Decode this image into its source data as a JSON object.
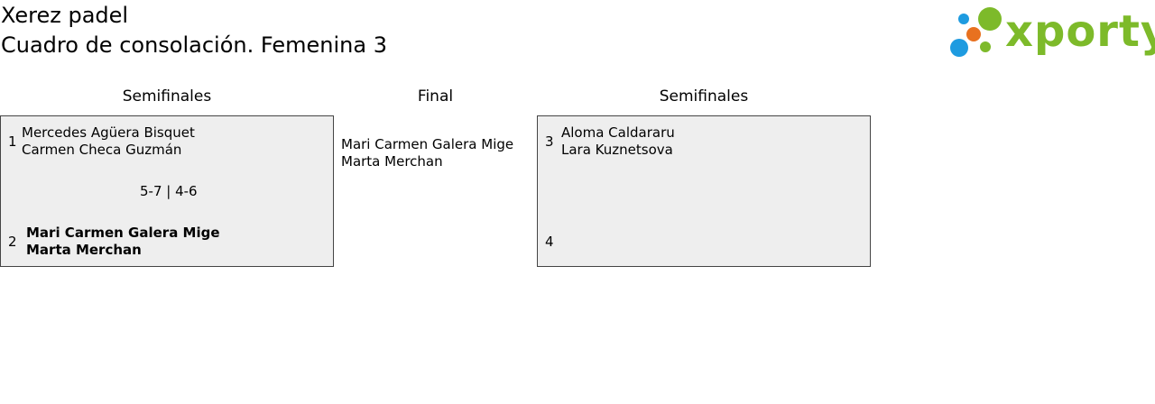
{
  "header": {
    "club": "Xerez padel",
    "draw": "Cuadro de consolación. Femenina 3"
  },
  "logo": {
    "text": "xporty",
    "icon": "xporty-dots-logo",
    "colors": {
      "green": "#7dba2a",
      "orange": "#e8711f",
      "blue": "#1e9be0"
    }
  },
  "rounds": {
    "left": "Semifinales",
    "final": "Final",
    "right": "Semifinales"
  },
  "match_left": {
    "team1": {
      "seed": "1",
      "player1": "Mercedes Agüera Bisquet",
      "player2": "Carmen Checa Guzmán"
    },
    "score": "5-7 | 4-6",
    "team2": {
      "seed": "2",
      "player1": "Mari Carmen Galera Mige",
      "player2": "Marta Merchan"
    }
  },
  "final": {
    "player1": "Mari Carmen Galera Mige",
    "player2": "Marta Merchan"
  },
  "match_right": {
    "team1": {
      "seed": "3",
      "player1": "Aloma Caldararu",
      "player2": "Lara Kuznetsova"
    },
    "team2": {
      "seed": "4"
    }
  }
}
